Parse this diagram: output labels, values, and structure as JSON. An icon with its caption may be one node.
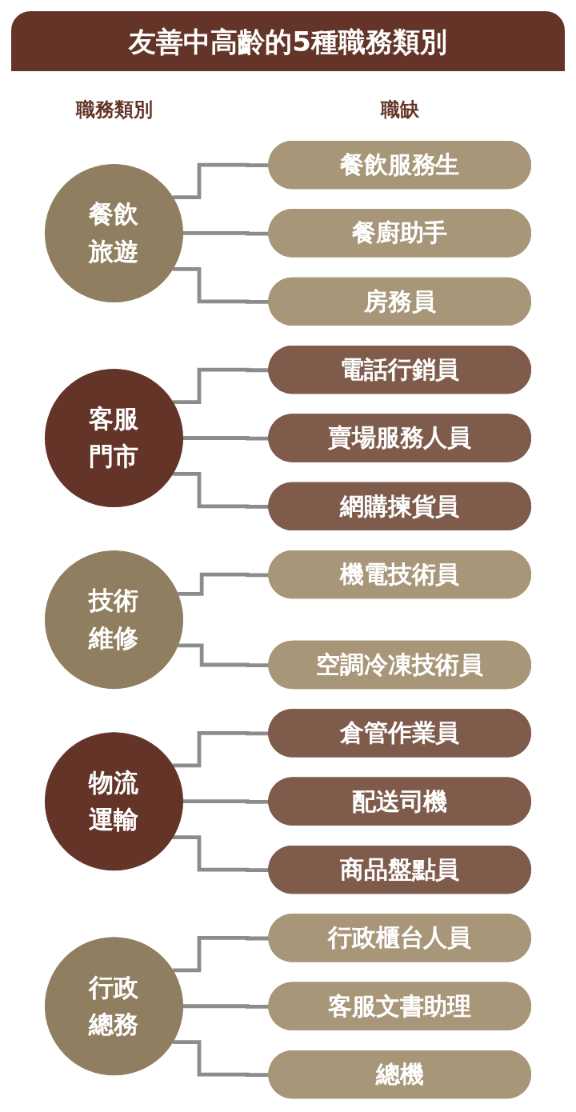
{
  "diagram": {
    "title": "友善中高齡的5種職務類別",
    "nodes": [
      {
        "text": [
          "餐飲旅遊"
        ]
      },
      {
        "text": [
          "餐飲服務生"
        ]
      },
      {
        "text": [
          "餐廚助手"
        ]
      },
      {
        "text": [
          "房務員"
        ]
      },
      {
        "text": [
          "客服門市"
        ]
      },
      {
        "text": [
          "電話行銷員"
        ]
      },
      {
        "text": [
          "賣場服務人員"
        ]
      },
      {
        "text": [
          "網購揀貨員"
        ]
      },
      {
        "text": [
          "技術維修"
        ]
      },
      {
        "text": [
          "機電技術員"
        ]
      },
      {
        "text": [
          "空調冷凍技術員"
        ]
      },
      {
        "text": [
          "物流運輸"
        ]
      },
      {
        "text": [
          "倉管作業員"
        ]
      },
      {
        "text": [
          "配送司機"
        ]
      },
      {
        "text": [
          "商品盤點員"
        ]
      },
      {
        "text": [
          "行政總務"
        ]
      },
      {
        "text": [
          "行政櫃台人員"
        ]
      },
      {
        "text": [
          "客服文書助理"
        ]
      },
      {
        "text": [
          "總機"
        ]
      }
    ],
    "edges": [
      {
        "from": 0,
        "to": 1,
        "arrow": "none"
      },
      {
        "from": 0,
        "to": 2,
        "arrow": "none"
      },
      {
        "from": 0,
        "to": 3,
        "arrow": "none"
      },
      {
        "from": 4,
        "to": 5,
        "arrow": "none"
      },
      {
        "from": 4,
        "to": 6,
        "arrow": "none"
      },
      {
        "from": 4,
        "to": 7,
        "arrow": "none"
      },
      {
        "from": 8,
        "to": 9,
        "arrow": "none"
      },
      {
        "from": 8,
        "to": 10,
        "arrow": "none"
      },
      {
        "from": 11,
        "to": 12,
        "arrow": "none"
      },
      {
        "from": 11,
        "to": 13,
        "arrow": "none"
      },
      {
        "from": 11,
        "to": 14,
        "arrow": "none"
      },
      {
        "from": 15,
        "to": 16,
        "arrow": "none"
      },
      {
        "from": 15,
        "to": 17,
        "arrow": "none"
      },
      {
        "from": 15,
        "to": 18,
        "arrow": "none"
      }
    ],
    "labels": [
      "職務類別",
      "職缺"
    ]
  }
}
